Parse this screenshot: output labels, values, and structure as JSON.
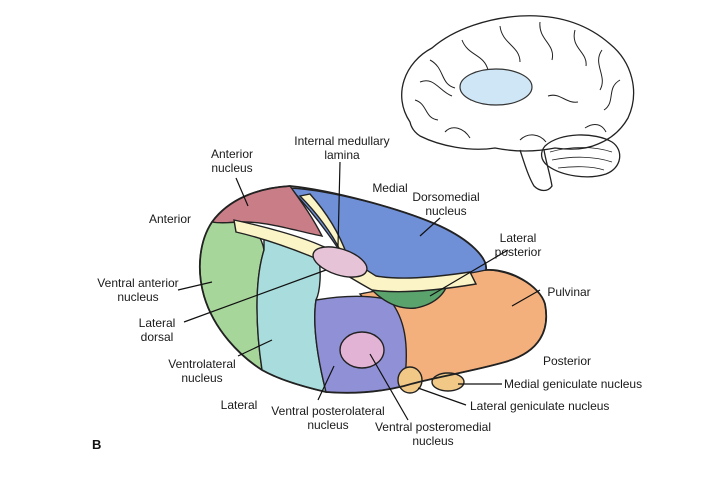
{
  "panel_letter": "B",
  "labels": {
    "internal_medullary_lamina": [
      "Internal medullary",
      "lamina"
    ],
    "anterior_nucleus": [
      "Anterior",
      "nucleus"
    ],
    "anterior": "Anterior",
    "medial": "Medial",
    "dorsomedial_nucleus": [
      "Dorsomedial",
      "nucleus"
    ],
    "lateral_posterior": [
      "Lateral",
      "posterior"
    ],
    "pulvinar": "Pulvinar",
    "ventral_anterior_nucleus": [
      "Ventral anterior",
      "nucleus"
    ],
    "lateral_dorsal": [
      "Lateral",
      "dorsal"
    ],
    "ventrolateral_nucleus": [
      "Ventrolateral",
      "nucleus"
    ],
    "posterior": "Posterior",
    "medial_geniculate_nucleus": "Medial geniculate nucleus",
    "lateral_geniculate_nucleus": "Lateral geniculate nucleus",
    "lateral": "Lateral",
    "ventral_posterolateral_nucleus": [
      "Ventral posterolateral",
      "nucleus"
    ],
    "ventral_posteromedial_nucleus": [
      "Ventral posteromedial",
      "nucleus"
    ]
  },
  "colors": {
    "anterior_nucleus": "#c97d87",
    "dorsomedial_nucleus": "#6f8fd6",
    "lateral_posterior": "#5aa36c",
    "pulvinar": "#f4b07c",
    "ventral_anterior_nucleus": "#a7d69a",
    "ventrolateral_nucleus": "#a9dcdc",
    "ventral_posterolateral_nucleus": "#8f90d6",
    "ventral_posteromedial_nucleus": "#e3b3d6",
    "lamina": "#fbf4c6",
    "geniculate": "#f2c886",
    "brain_highlight": "#cfe6f6"
  }
}
